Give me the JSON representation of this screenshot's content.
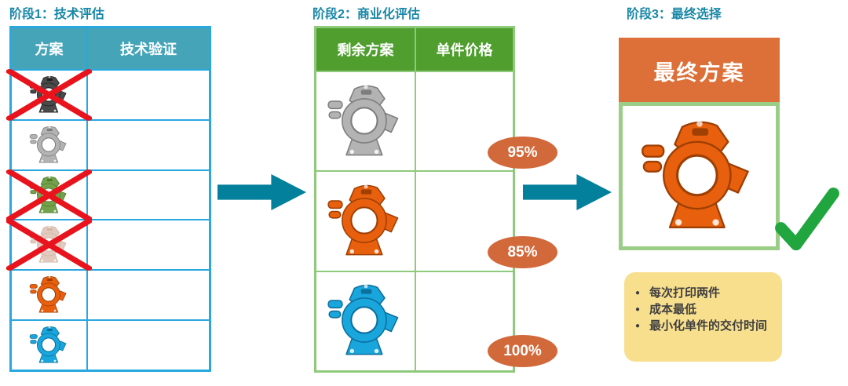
{
  "stage1": {
    "title": "阶段1：技术评估",
    "columns": [
      "方案",
      "技术验证"
    ],
    "rows": [
      {
        "part": "knuckle-dark-gray",
        "color": "#4a4a4a",
        "shade": "#1f1f1f",
        "rejected": true,
        "faded": false
      },
      {
        "part": "knuckle-silver",
        "color": "#b3b3b3",
        "shade": "#7d7d7d",
        "rejected": false,
        "faded": false
      },
      {
        "part": "knuckle-green",
        "color": "#74a24c",
        "shade": "#4c7a2c",
        "rejected": true,
        "faded": false
      },
      {
        "part": "knuckle-tan",
        "color": "#cda089",
        "shade": "#a87b5e",
        "rejected": true,
        "faded": true
      },
      {
        "part": "knuckle-orange",
        "color": "#e8600d",
        "shade": "#9e3f04",
        "rejected": false,
        "faded": false
      },
      {
        "part": "knuckle-blue",
        "color": "#19a6dc",
        "shade": "#0c6f9c",
        "rejected": false,
        "faded": false
      }
    ],
    "colors": {
      "header_bg": "#46a4b9",
      "border": "#29a8df",
      "title": "#1987a8",
      "x_mark": "#e8131c"
    }
  },
  "stage2": {
    "title": "阶段2：商业化评估",
    "columns": [
      "剩余方案",
      "单件价格"
    ],
    "rows": [
      {
        "part": "knuckle-silver",
        "color": "#b3b3b3",
        "shade": "#7d7d7d",
        "price_badge": "95%",
        "faded": false
      },
      {
        "part": "knuckle-orange",
        "color": "#e8600d",
        "shade": "#9e3f04",
        "price_badge": "85%",
        "faded": false
      },
      {
        "part": "knuckle-blue",
        "color": "#19a6dc",
        "shade": "#0c6f9c",
        "price_badge": "100%",
        "faded": false
      }
    ],
    "colors": {
      "header_bg": "#4f9e2e",
      "border": "#8fc97c",
      "badge_bg": "#d2693b"
    }
  },
  "stage3": {
    "title": "阶段3：最终选择",
    "final_label": "最终方案",
    "part": {
      "name": "knuckle-orange",
      "color": "#e8600d",
      "shade": "#9e3f04",
      "faded": false
    },
    "notes": [
      {
        "text": "每次打印两件"
      },
      {
        "text": "成本最低"
      },
      {
        "text": "最小化单件的交付时间"
      }
    ],
    "colors": {
      "header_bg": "#dd7038",
      "box_border": "#9acd85",
      "note_bg": "#f8df8e",
      "check": "#21a63f"
    }
  },
  "arrows": {
    "color": "#03809b"
  }
}
